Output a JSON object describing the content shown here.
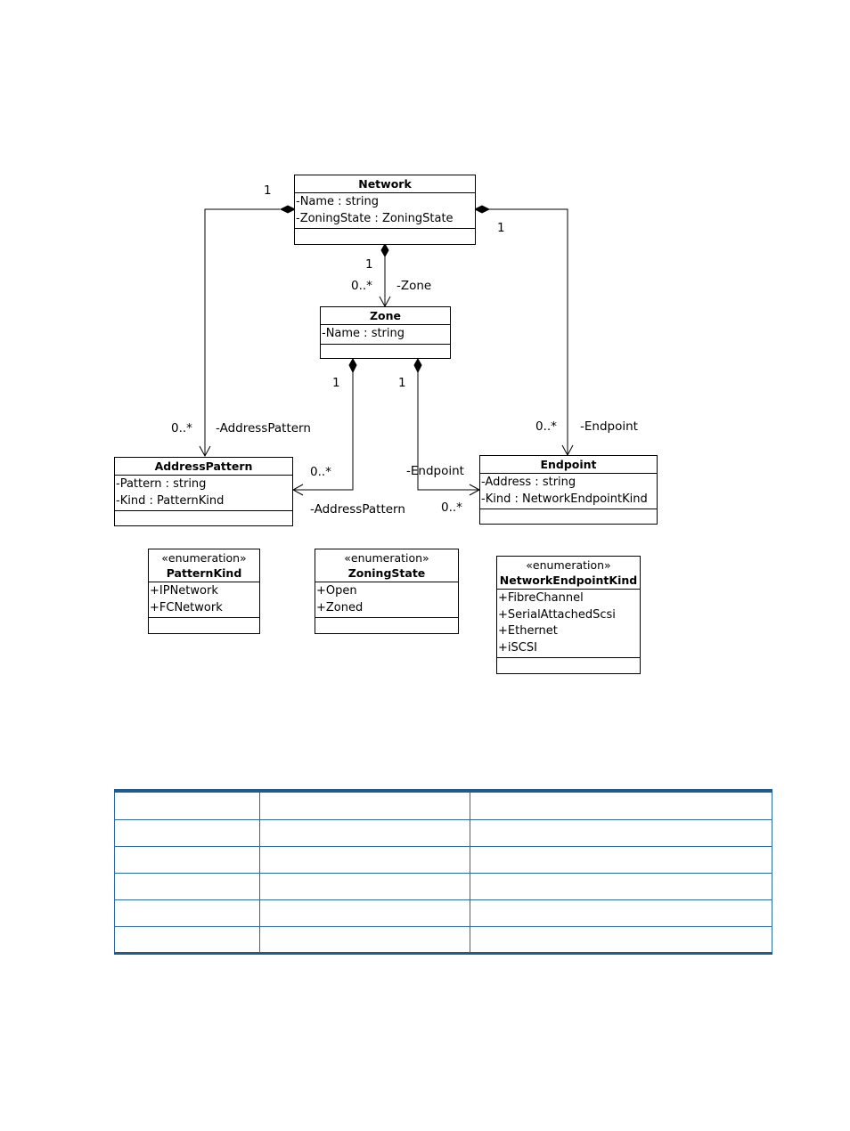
{
  "classes": {
    "network": {
      "title": "Network",
      "attrs": [
        "-Name : string",
        "-ZoningState : ZoningState"
      ]
    },
    "zone": {
      "title": "Zone",
      "attrs": [
        "-Name : string"
      ]
    },
    "address_pattern": {
      "title": "AddressPattern",
      "attrs": [
        "-Pattern : string",
        "-Kind : PatternKind"
      ]
    },
    "endpoint": {
      "title": "Endpoint",
      "attrs": [
        "-Address : string",
        "-Kind : NetworkEndpointKind"
      ]
    }
  },
  "enumerations": {
    "pattern_kind": {
      "stereotype": "«enumeration»",
      "title": "PatternKind",
      "literals": [
        "+IPNetwork",
        "+FCNetwork"
      ]
    },
    "zoning_state": {
      "stereotype": "«enumeration»",
      "title": "ZoningState",
      "literals": [
        "+Open",
        "+Zoned"
      ]
    },
    "network_endpoint_kind": {
      "stereotype": "«enumeration»",
      "title": "NetworkEndpointKind",
      "literals": [
        "+FibreChannel",
        "+SerialAttachedScsi",
        "+Ethernet",
        "+iSCSI"
      ]
    }
  },
  "associations": {
    "network_address_pattern": {
      "source_multiplicity": "1",
      "target_multiplicity": "0..*",
      "role": "-AddressPattern"
    },
    "network_endpoint": {
      "source_multiplicity": "1",
      "target_multiplicity": "0..*",
      "role": "-Endpoint"
    },
    "network_zone": {
      "source_multiplicity": "1",
      "target_multiplicity": "0..*",
      "role": "-Zone"
    },
    "zone_address_pattern": {
      "source_multiplicity": "1",
      "target_multiplicity": "0..*",
      "role": "-AddressPattern"
    },
    "zone_endpoint": {
      "source_multiplicity": "1",
      "target_multiplicity": "0..*",
      "role": "-Endpoint"
    }
  },
  "table": {
    "rows": 6,
    "columns": 3
  },
  "colors": {
    "line": "#000000",
    "table_rule": "#1f5b8f"
  }
}
